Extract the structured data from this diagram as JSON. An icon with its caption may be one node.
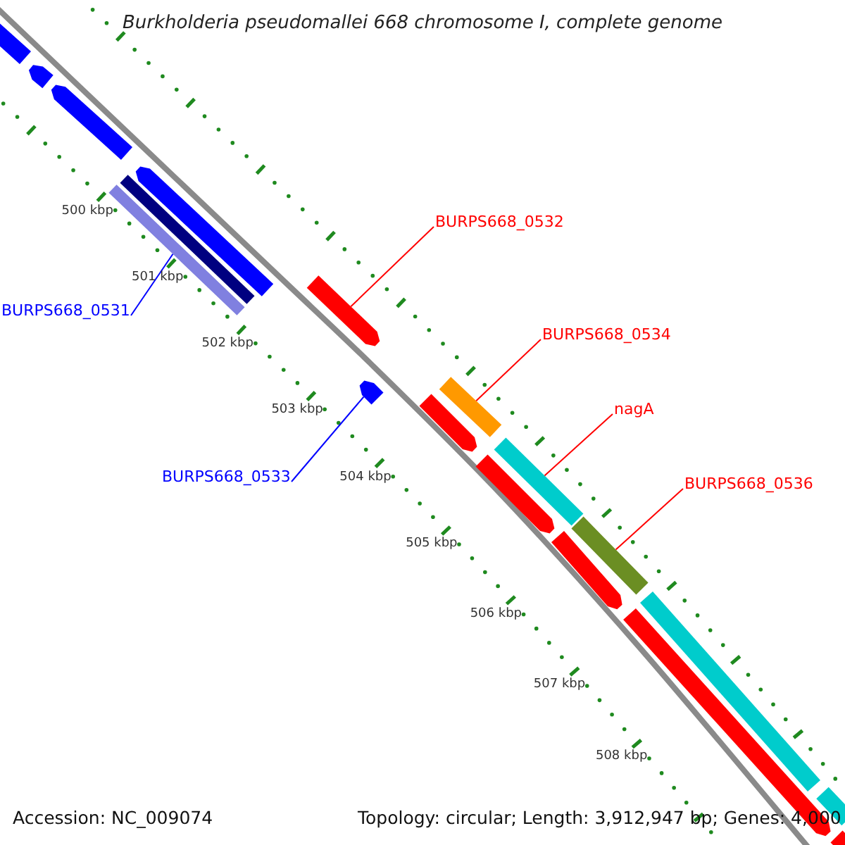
{
  "diagram": {
    "title": "Burkholderia pseudomallei 668 chromosome I, complete genome",
    "nodes": [
      {
        "text": [
          "BURPS668_0532"
        ]
      },
      {
        "text": [
          "BURPS668_0531"
        ]
      },
      {
        "text": [
          "BURPS668_0534"
        ]
      },
      {
        "text": [
          "nagA"
        ]
      },
      {
        "text": [
          "BURPS668_0533"
        ]
      },
      {
        "text": [
          "BURPS668_0536"
        ]
      },
      {
        "text": [],
        "shape": "bar"
      },
      {
        "text": [],
        "shape": "arrow"
      },
      {
        "text": [],
        "shape": "arrow"
      },
      {
        "text": [],
        "shape": "arrow"
      },
      {
        "text": [],
        "shape": "bar"
      },
      {
        "text": [],
        "shape": "arrow"
      },
      {
        "text": [],
        "shape": "arrow"
      },
      {
        "text": [],
        "shape": "bar"
      },
      {
        "text": [],
        "shape": "arrow"
      },
      {
        "text": [],
        "shape": "bar"
      },
      {
        "text": [],
        "shape": "arrow"
      },
      {
        "text": [],
        "shape": "bar"
      },
      {
        "text": [],
        "shape": "arrow"
      },
      {
        "text": [],
        "shape": "bar"
      },
      {
        "text": [],
        "shape": "arrow"
      },
      {
        "text": [],
        "shape": "bar"
      },
      {
        "text": [],
        "shape": "bar"
      }
    ],
    "edges": [
      {
        "from": 0,
        "to": 11,
        "arrow": "none"
      },
      {
        "from": 1,
        "to": 10,
        "arrow": "none",
        "color": "#0000ff"
      },
      {
        "from": 2,
        "to": 13,
        "arrow": "none"
      },
      {
        "from": 3,
        "to": 15,
        "arrow": "none"
      },
      {
        "from": 4,
        "to": 12,
        "arrow": "none",
        "color": "#0000ff"
      },
      {
        "from": 5,
        "to": 17,
        "arrow": "none"
      }
    ],
    "labels": [
      "500 kbp",
      "501 kbp",
      "502 kbp",
      "503 kbp",
      "504 kbp",
      "505 kbp",
      "506 kbp",
      "507 kbp",
      "508 kbp",
      "Accession: NC_009074",
      "Topology: circular; Length: 3,912,947 bp; Genes: 4,000"
    ]
  }
}
